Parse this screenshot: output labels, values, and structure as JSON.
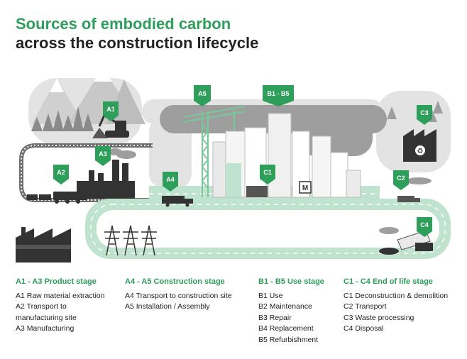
{
  "title": {
    "line1": "Sources of embodied carbon",
    "line2": "across the construction lifecycle"
  },
  "colors": {
    "green": "#2e9e5b",
    "dark": "#333333",
    "grey": "#d9d9d9",
    "mint": "#bfe3cf"
  },
  "tags": {
    "a1": "A1",
    "a2": "A2",
    "a3": "A3",
    "a4": "A4",
    "a5": "A5",
    "b1b5": "B1 - B5",
    "b1": "B1",
    "c1": "C1",
    "c2": "C2",
    "c3": "C3",
    "c4": "C4",
    "metro": "M"
  },
  "legend": [
    {
      "heading": "A1 - A3 Product stage",
      "items": [
        "A1 Raw material extraction",
        "A2 Transport to",
        "manufacturing site",
        "A3 Manufacturing"
      ]
    },
    {
      "heading": "A4 - A5 Construction stage",
      "items": [
        "A4 Transport to construction site",
        "A5 Installation / Assembly"
      ]
    },
    {
      "heading": "B1 - B5 Use stage",
      "items": [
        "B1 Use",
        "B2 Maintenance",
        "B3 Repair",
        "B4 Replacement",
        "B5 Refurbishment"
      ]
    },
    {
      "heading": "C1 - C4 End of life stage",
      "items": [
        "C1 Deconstruction & demolition",
        "C2 Transport",
        "C3 Waste processing",
        "C4 Disposal"
      ]
    }
  ]
}
